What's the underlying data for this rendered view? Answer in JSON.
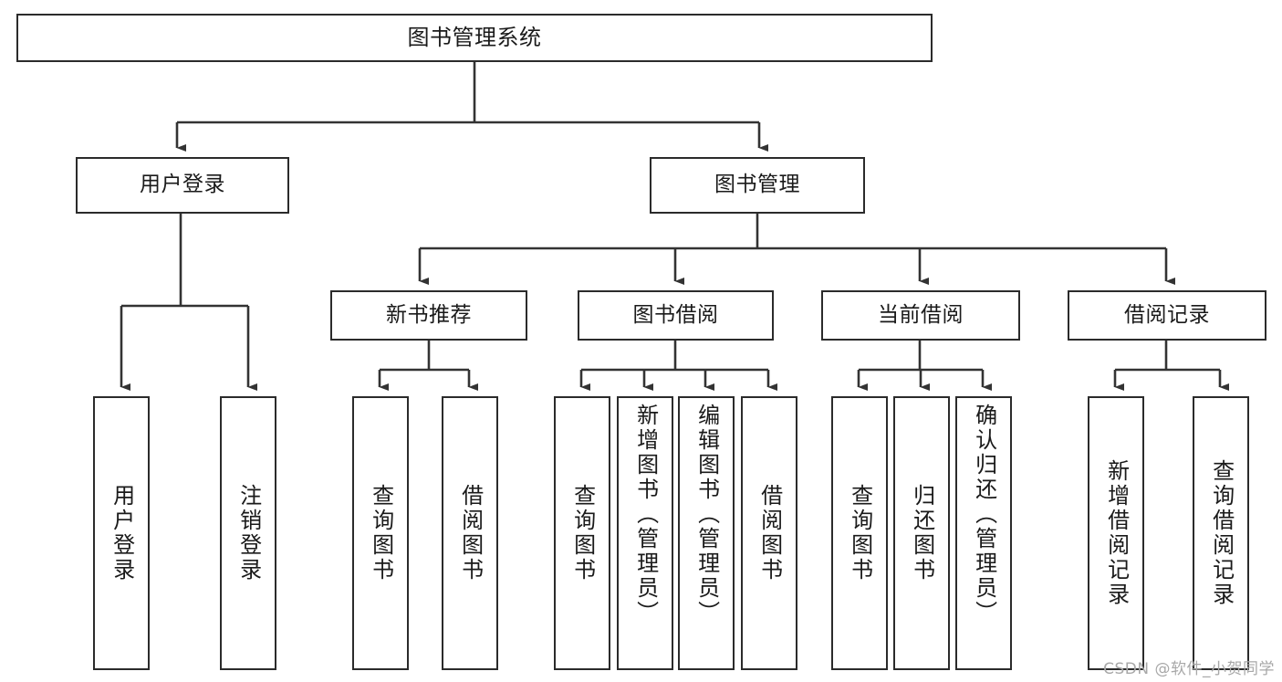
{
  "diagram": {
    "type": "tree",
    "title": "图书管理系统",
    "root": {
      "id": "root",
      "label": "图书管理系统"
    },
    "level1": [
      {
        "id": "user-login",
        "label": "用户登录"
      },
      {
        "id": "book-manage",
        "label": "图书管理"
      }
    ],
    "level2": [
      {
        "id": "new-book-recommend",
        "label": "新书推荐",
        "parent": "book-manage"
      },
      {
        "id": "book-borrow",
        "label": "图书借阅",
        "parent": "book-manage"
      },
      {
        "id": "current-borrow",
        "label": "当前借阅",
        "parent": "book-manage"
      },
      {
        "id": "borrow-record",
        "label": "借阅记录",
        "parent": "book-manage"
      }
    ],
    "leaves": [
      {
        "id": "leaf-user-login",
        "label": "用户登录",
        "parent": "user-login"
      },
      {
        "id": "leaf-logout-login",
        "label": "注销登录",
        "parent": "user-login"
      },
      {
        "id": "leaf-query-book-1",
        "label": "查询图书",
        "parent": "new-book-recommend"
      },
      {
        "id": "leaf-borrow-book-1",
        "label": "借阅图书",
        "parent": "new-book-recommend"
      },
      {
        "id": "leaf-query-book-2",
        "label": "查询图书",
        "parent": "book-borrow"
      },
      {
        "id": "leaf-add-book",
        "label": "新增图书（管理员）",
        "parent": "book-borrow"
      },
      {
        "id": "leaf-edit-book",
        "label": "编辑图书（管理员）",
        "parent": "book-borrow"
      },
      {
        "id": "leaf-borrow-book-2",
        "label": "借阅图书",
        "parent": "book-borrow"
      },
      {
        "id": "leaf-query-book-3",
        "label": "查询图书",
        "parent": "current-borrow"
      },
      {
        "id": "leaf-return-book",
        "label": "归还图书",
        "parent": "current-borrow"
      },
      {
        "id": "leaf-confirm-return",
        "label": "确认归还（管理员）",
        "parent": "current-borrow"
      },
      {
        "id": "leaf-add-record",
        "label": "新增借阅记录",
        "parent": "borrow-record"
      },
      {
        "id": "leaf-query-record",
        "label": "查询借阅记录",
        "parent": "borrow-record"
      }
    ],
    "colors": {
      "box_border": "#2b2b2b",
      "box_fill": "#ffffff",
      "connector": "#333333",
      "text": "#1a1a1a",
      "watermark": "#a8a8a8",
      "background": "#ffffff"
    }
  },
  "watermark": {
    "text": "CSDN @软件_小贺同学"
  }
}
